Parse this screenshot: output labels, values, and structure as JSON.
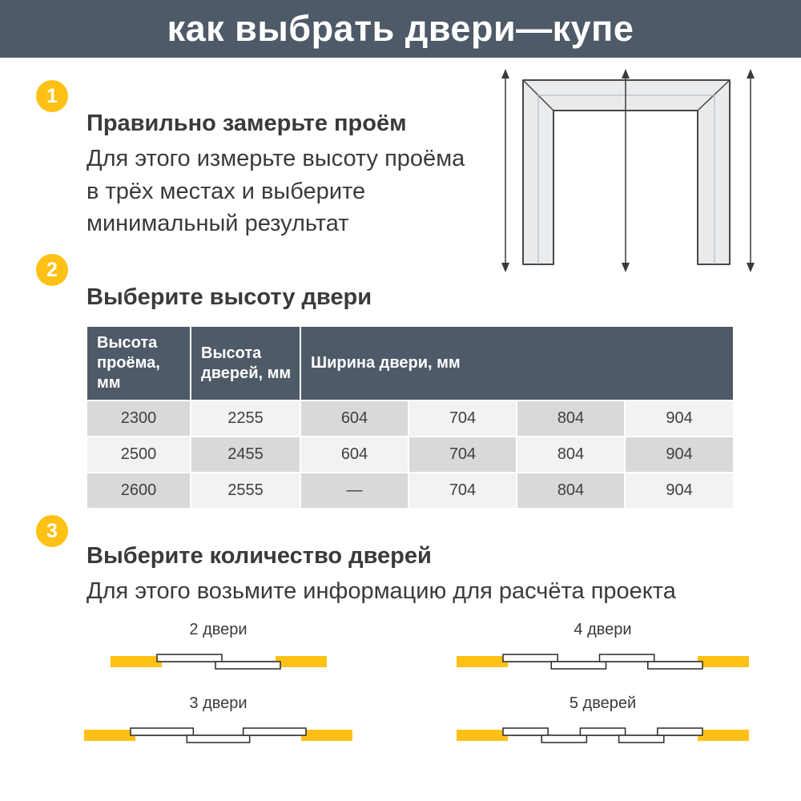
{
  "header": {
    "title": "как выбрать двери—купе"
  },
  "steps": [
    {
      "number": "1",
      "title": "Правильно замерьте проём",
      "body": "Для этого измерьте высоту проёма\nв трёх местах и выберите\nминимальный результат"
    },
    {
      "number": "2",
      "title": "Выберите высоту двери",
      "body": ""
    },
    {
      "number": "3",
      "title": "Выберите количество дверей",
      "body": "Для этого возьмите информацию для расчёта проекта"
    }
  ],
  "table": {
    "headers": [
      "Высота\nпроёма, мм",
      "Высота\nдверей, мм",
      "Ширина двери, мм"
    ],
    "rows": [
      [
        "2300",
        "2255",
        "604",
        "704",
        "804",
        "904"
      ],
      [
        "2500",
        "2455",
        "604",
        "704",
        "804",
        "904"
      ],
      [
        "2600",
        "2555",
        "—",
        "704",
        "804",
        "904"
      ]
    ]
  },
  "diagrams": [
    {
      "label": "2 двери",
      "doors": 2
    },
    {
      "label": "3 двери",
      "doors": 3
    },
    {
      "label": "4 двери",
      "doors": 4
    },
    {
      "label": "5 дверей",
      "doors": 5
    }
  ],
  "colors": {
    "header_bg": "#4e5a67",
    "accent_yellow": "#ffc115",
    "cell_dark": "#d9d9d9",
    "cell_light": "#f2f2f2",
    "text": "#3a3a3a"
  }
}
